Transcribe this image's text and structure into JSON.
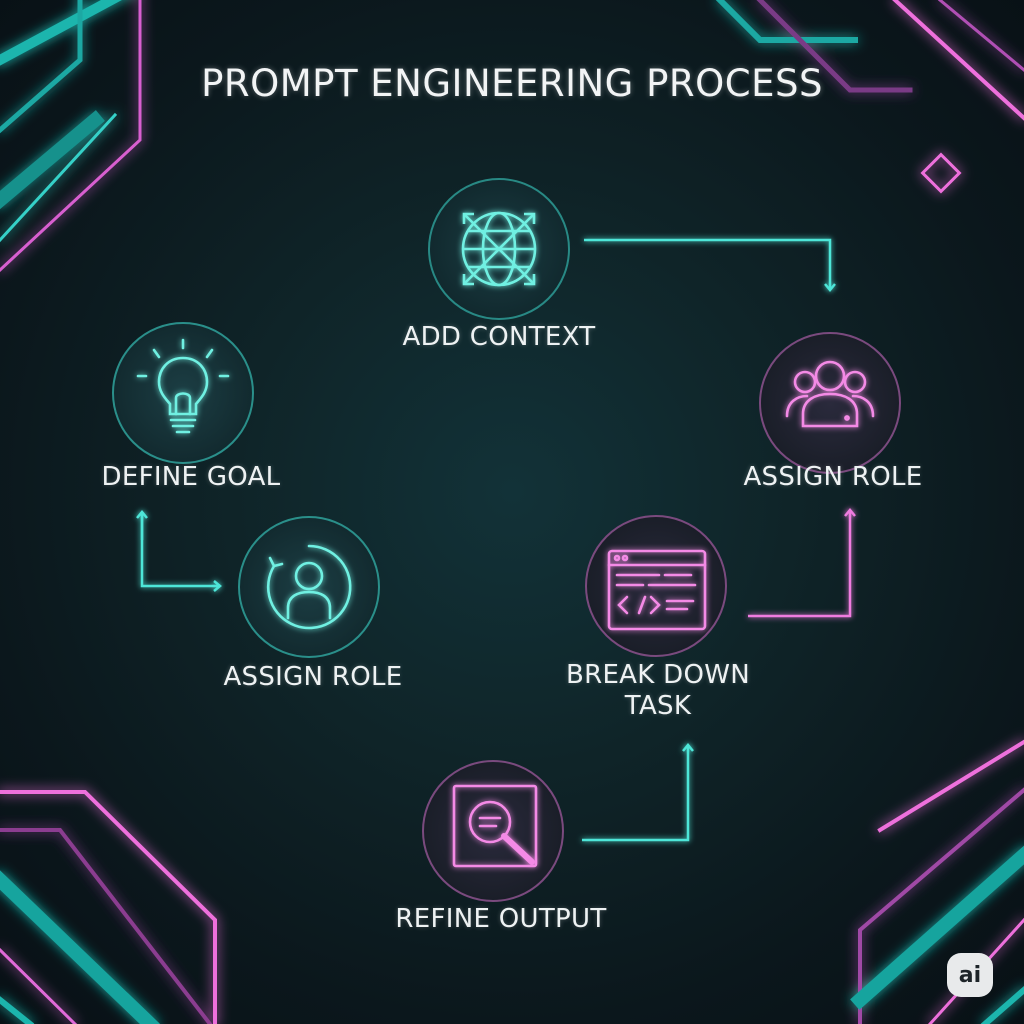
{
  "title": "PROMPT ENGINEERING PROCESS",
  "colors": {
    "teal": "#4ee6d8",
    "pink": "#f07ce0",
    "background": "#0f2428"
  },
  "steps": [
    {
      "label": "ADD CONTEXT",
      "icon": "globe-arrows-icon",
      "color": "teal"
    },
    {
      "label": "ASSIGN ROLE",
      "icon": "users-group-icon",
      "color": "pink"
    },
    {
      "label": "DEFINE GOAL",
      "icon": "lightbulb-icon",
      "color": "teal"
    },
    {
      "label": "ASSIGN ROLE",
      "icon": "user-badge-icon",
      "color": "teal"
    },
    {
      "label": "BREAK DOWN\nTASK",
      "icon": "code-window-icon",
      "color": "pink"
    },
    {
      "label": "REFINE OUTPUT",
      "icon": "document-search-icon",
      "color": "pink"
    }
  ],
  "badge": {
    "text": "ai"
  }
}
